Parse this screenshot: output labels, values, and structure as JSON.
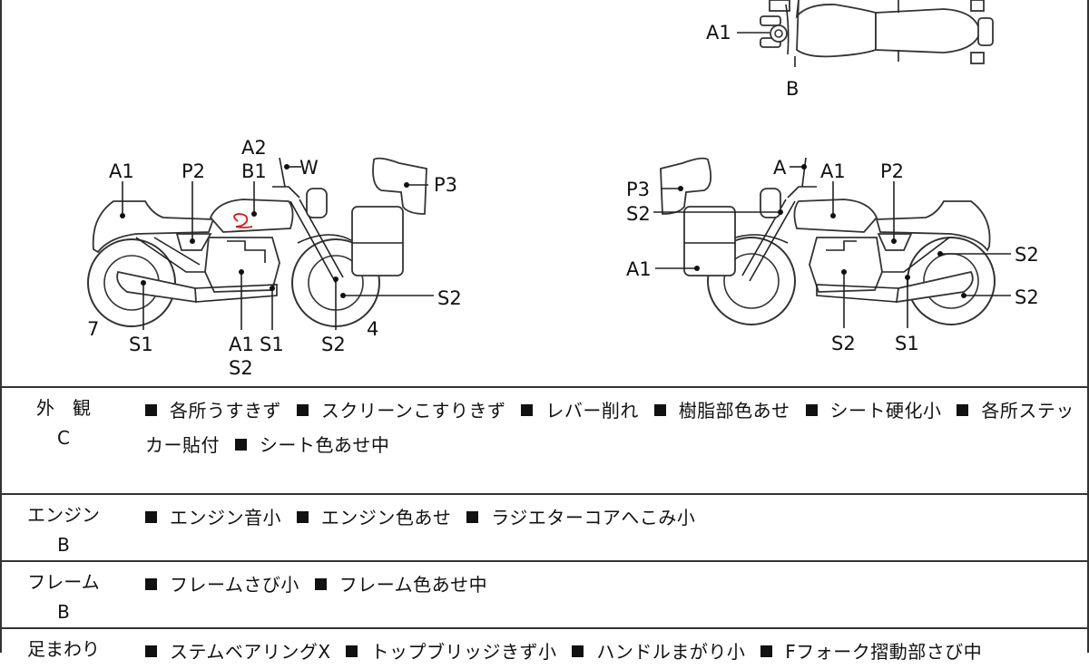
{
  "callouts": {
    "top_A1": "A1",
    "top_B": "B",
    "left_A1": "A1",
    "left_P2": "P2",
    "left_A2": "A2",
    "left_B1": "B1",
    "left_W": "W",
    "left_P3": "P3",
    "left_S2_right": "S2",
    "left_7": "7",
    "left_S1_a": "S1",
    "left_A1_low": "A1",
    "left_S1_b": "S1",
    "left_S2_low": "S2",
    "left_4": "4",
    "left_S2_under": "S2",
    "right_A": "A",
    "right_A1": "A1",
    "right_P2": "P2",
    "right_P3": "P3",
    "right_S2_a": "S2",
    "right_S2_b": "S2",
    "right_A1_bag": "A1",
    "right_S2_c": "S2",
    "right_S2_d": "S2",
    "right_S1": "S1"
  },
  "rows": [
    {
      "category": "外　観",
      "grade": "C",
      "items": [
        "各所うすきず",
        "スクリーンこすりきず",
        "レバー削れ",
        "樹脂部色あせ",
        "シート硬化小",
        "各所ステッカー貼付",
        "シート色あせ中"
      ]
    },
    {
      "category": "エンジン",
      "grade": "B",
      "items": [
        "エンジン音小",
        "エンジン色あせ",
        "ラジエターコアへこみ小"
      ]
    },
    {
      "category": "フレーム",
      "grade": "B",
      "items": [
        "フレームさび小",
        "フレーム色あせ中"
      ]
    },
    {
      "category": "足まわり",
      "grade": "",
      "items": [
        "ステムベアリングX",
        "トップブリッジきず小",
        "ハンドルまがり小",
        "Fフォーク摺動部さび中"
      ]
    }
  ],
  "colors": {
    "line": "#333333",
    "mark": "#d21a1a",
    "text": "#111111"
  },
  "marker_icon": "black-square-bullet"
}
